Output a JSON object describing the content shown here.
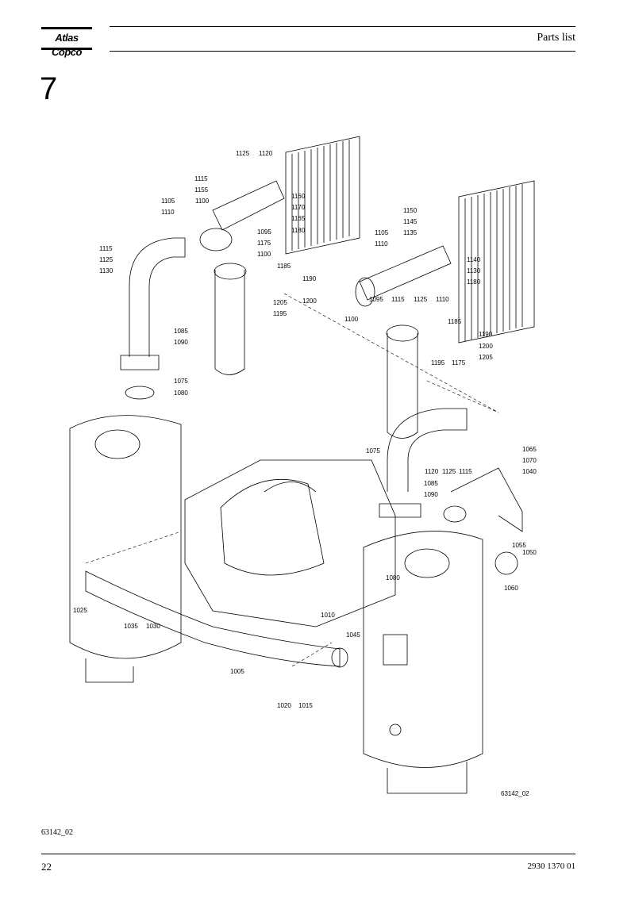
{
  "header": {
    "brand": "Atlas Copco",
    "title": "Parts list"
  },
  "section": {
    "number": "7"
  },
  "figure": {
    "ref": "63142_02",
    "callouts": [
      "1125",
      "1120",
      "1115",
      "1155",
      "1105",
      "1110",
      "1100",
      "1160",
      "1170",
      "1165",
      "1095",
      "1180",
      "1175",
      "1100",
      "1115",
      "1125",
      "1130",
      "1185",
      "1190",
      "1200",
      "1205",
      "1195",
      "1150",
      "1145",
      "1135",
      "1105",
      "1110",
      "1140",
      "1130",
      "1180",
      "1095",
      "1115",
      "1125",
      "1110",
      "1100",
      "1185",
      "1190",
      "1200",
      "1205",
      "1195",
      "1175",
      "1085",
      "1090",
      "1075",
      "1080",
      "1065",
      "1070",
      "1040",
      "1120",
      "1125",
      "1115",
      "1085",
      "1090",
      "1075",
      "1055",
      "1050",
      "1080",
      "1060",
      "1025",
      "1035",
      "1030",
      "1010",
      "1045",
      "1005",
      "1020",
      "1015"
    ]
  },
  "figure_code": "63142_02",
  "footer": {
    "page_number": "22",
    "doc_number": "2930 1370 01"
  }
}
